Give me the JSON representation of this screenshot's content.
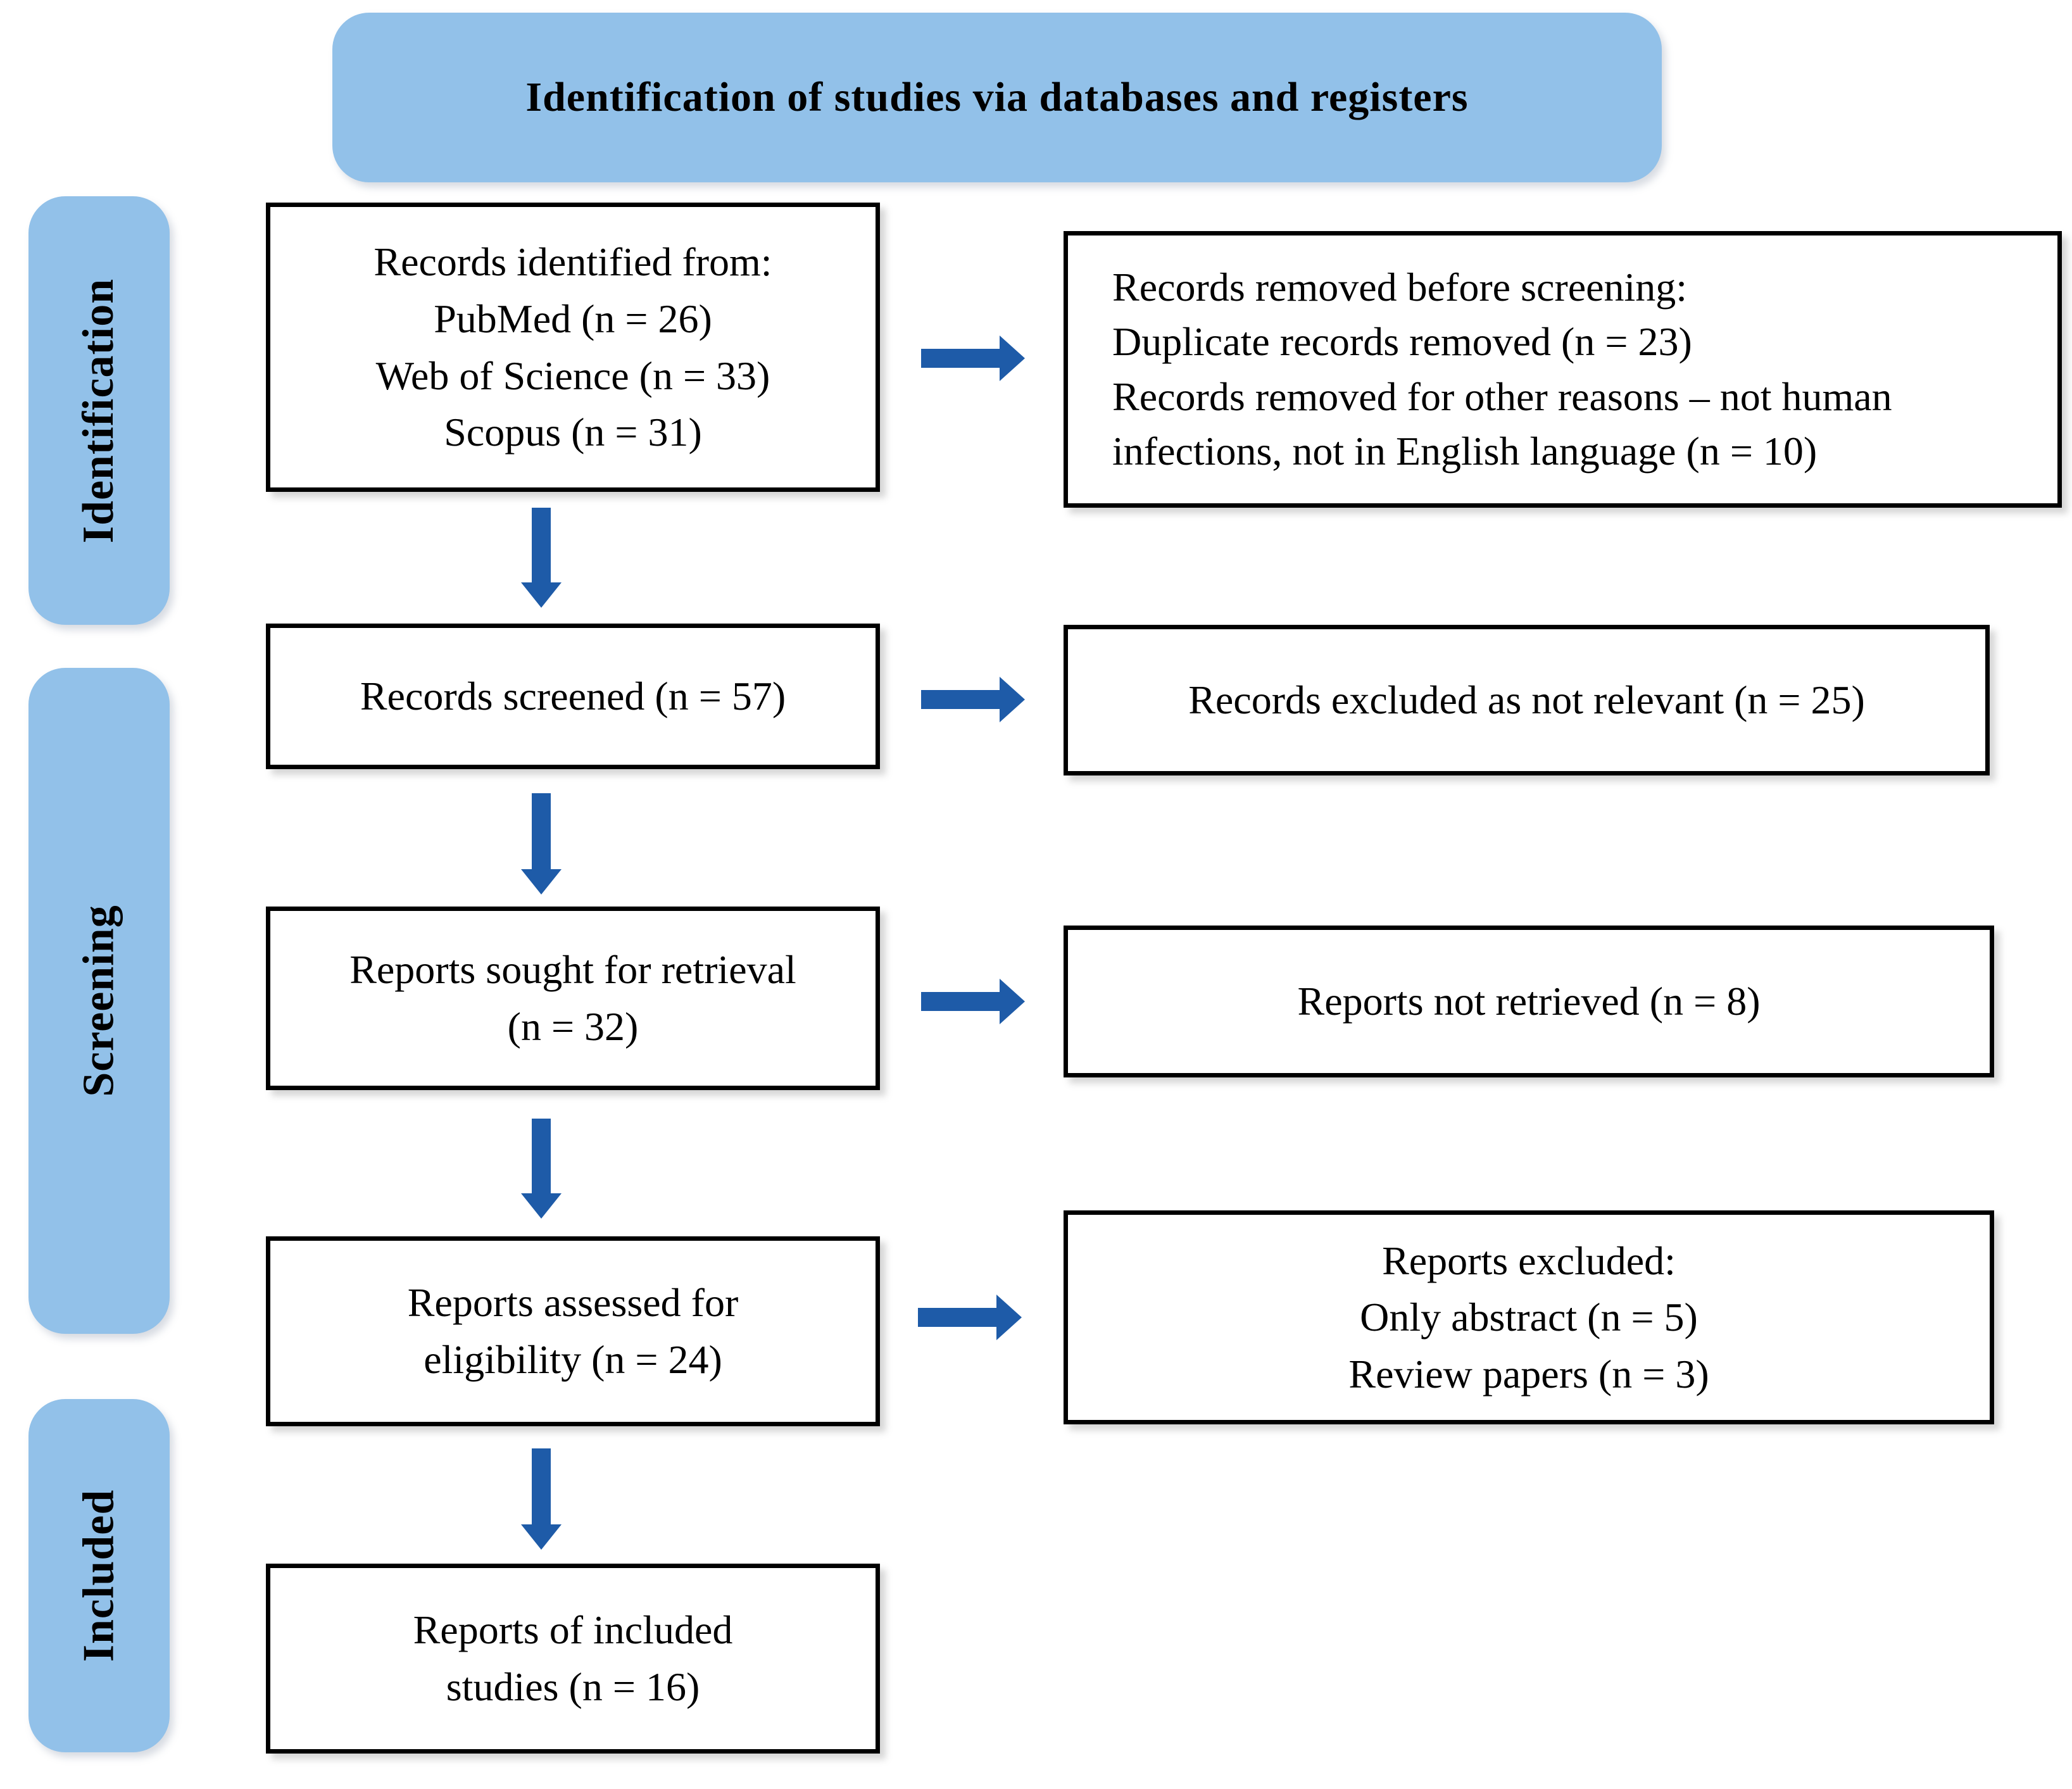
{
  "title": "Identification of studies via databases and registers",
  "colors": {
    "stage_fill": "#92C1E9",
    "arrow_blue": "#1E5BA8",
    "box_border": "#000000",
    "text": "#000000",
    "background": "#FFFFFF"
  },
  "stages": [
    {
      "label": "Identification"
    },
    {
      "label": "Screening"
    },
    {
      "label": "Included"
    }
  ],
  "boxes": {
    "records_identified": {
      "text": "Records identified from:\nPubMed (n = 26)\nWeb of Science (n = 33)\nScopus (n = 31)"
    },
    "records_removed": {
      "text": "Records removed before screening:\nDuplicate records removed  (n = 23)\nRecords removed for other reasons – not human\ninfections,  not in English language  (n = 10)"
    },
    "records_screened": {
      "text": "Records screened (n = 57)"
    },
    "records_excluded": {
      "text": "Records excluded as not relevant (n = 25)"
    },
    "reports_sought": {
      "text": "Reports sought for retrieval\n(n = 32)"
    },
    "reports_not_retrieved": {
      "text": "Reports not retrieved (n = 8)"
    },
    "reports_assessed": {
      "text": "Reports assessed for\neligibility (n = 24)"
    },
    "reports_excluded": {
      "text": "Reports excluded:\nOnly abstract (n = 5)\nReview papers (n = 3)"
    },
    "reports_included": {
      "text": "Reports of included\nstudies (n = 16)"
    }
  },
  "icons": {
    "down_arrow": "css-triangle-down",
    "right_arrow": "css-triangle-right"
  }
}
